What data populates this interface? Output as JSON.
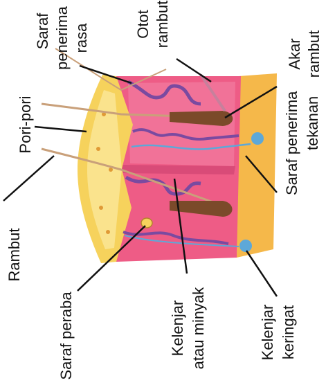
{
  "labels": {
    "saraf_penerima_rasa": [
      "Saraf",
      "penerima",
      "rasa"
    ],
    "otot_rambut": [
      "Otot",
      "rambut"
    ],
    "akar_rambut": [
      "Akar",
      "rambut"
    ],
    "pori_pori": [
      "Pori-pori"
    ],
    "saraf_penerima_tekanan": [
      "Saraf penerima",
      "tekanan"
    ],
    "rambut": [
      "Rambut"
    ],
    "saraf_peraba": [
      "Saraf peraba"
    ],
    "kelenjar_minyak": [
      "Kelenjar",
      "atau minyak"
    ],
    "kelenjar_keringat": [
      "Kelenjar",
      "keringat"
    ]
  },
  "colors": {
    "epidermis": "#f6d25c",
    "epidermis_light": "#fbe79a",
    "dermis": "#ee5c86",
    "dermis_light": "#f4a3bd",
    "subcutis": "#f5b84a",
    "nerve": "#7a4aa0",
    "hair": "#7b4a2a",
    "gland": "#5da8d8",
    "leader": "#111111"
  }
}
